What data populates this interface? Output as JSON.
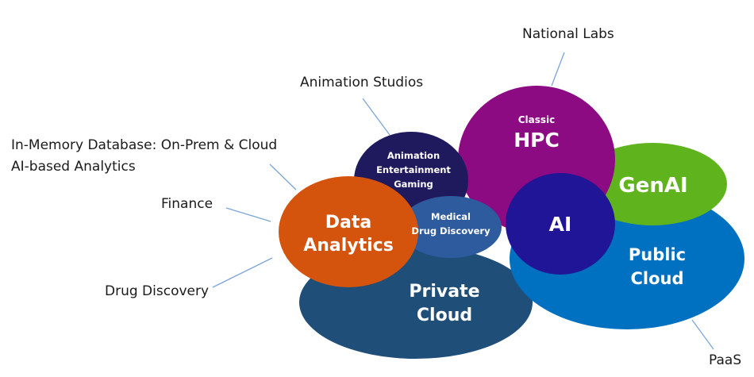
{
  "bubbles": {
    "private_cloud": {
      "line1": "Private",
      "line2": "Cloud",
      "color": "#1f4e79"
    },
    "public_cloud": {
      "line1": "Public",
      "line2": "Cloud",
      "color": "#0070c0"
    },
    "genai": {
      "label": "GenAI",
      "color": "#5fb41e"
    },
    "hpc": {
      "small": "Classic",
      "label": "HPC",
      "color": "#8c0a82"
    },
    "animation": {
      "line1": "Animation",
      "line2": "Entertainment",
      "line3": "Gaming",
      "color": "#1f1a5e"
    },
    "ai": {
      "label": "AI",
      "color": "#1f1596"
    },
    "medical": {
      "line1": "Medical",
      "line2": "Drug Discovery",
      "color": "#2e5b9e"
    },
    "data_analytics": {
      "line1": "Data",
      "line2": "Analytics",
      "color": "#d4530d"
    }
  },
  "external_labels": {
    "national_labs": "National Labs",
    "animation_studios": "Animation Studios",
    "in_memory_line1": "In-Memory Database: On-Prem & Cloud",
    "in_memory_line2": "AI-based Analytics",
    "finance": "Finance",
    "drug_discovery": "Drug Discovery",
    "paas": "PaaS"
  },
  "connector_color": "#7aa6d6"
}
